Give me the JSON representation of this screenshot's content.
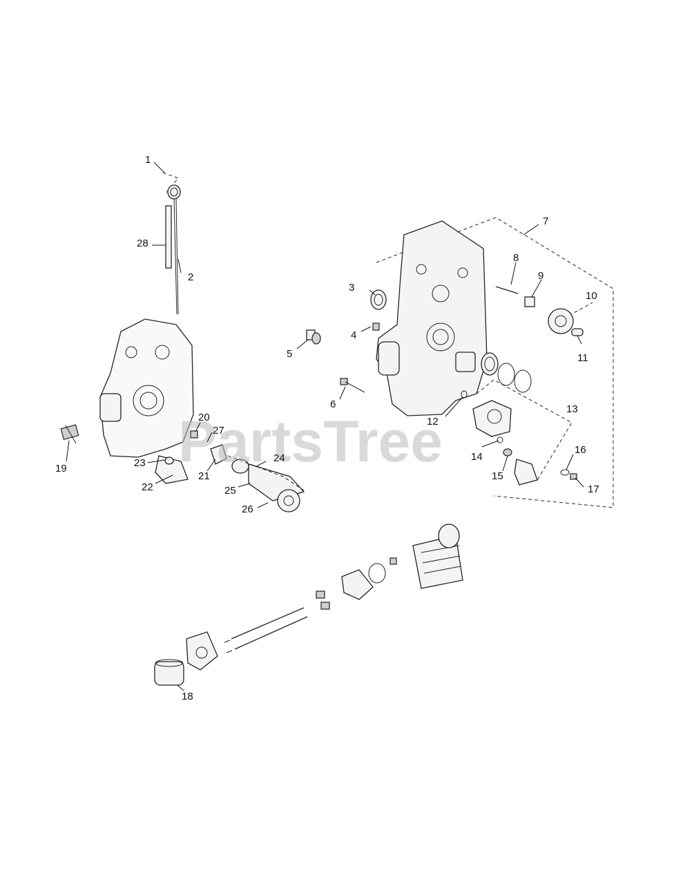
{
  "watermark": "PartsTree",
  "callouts": [
    "1",
    "2",
    "3",
    "4",
    "5",
    "6",
    "7",
    "8",
    "9",
    "10",
    "11",
    "12",
    "13",
    "14",
    "15",
    "16",
    "17",
    "18",
    "19",
    "20",
    "21",
    "22",
    "23",
    "24",
    "25",
    "26",
    "27",
    "28"
  ]
}
